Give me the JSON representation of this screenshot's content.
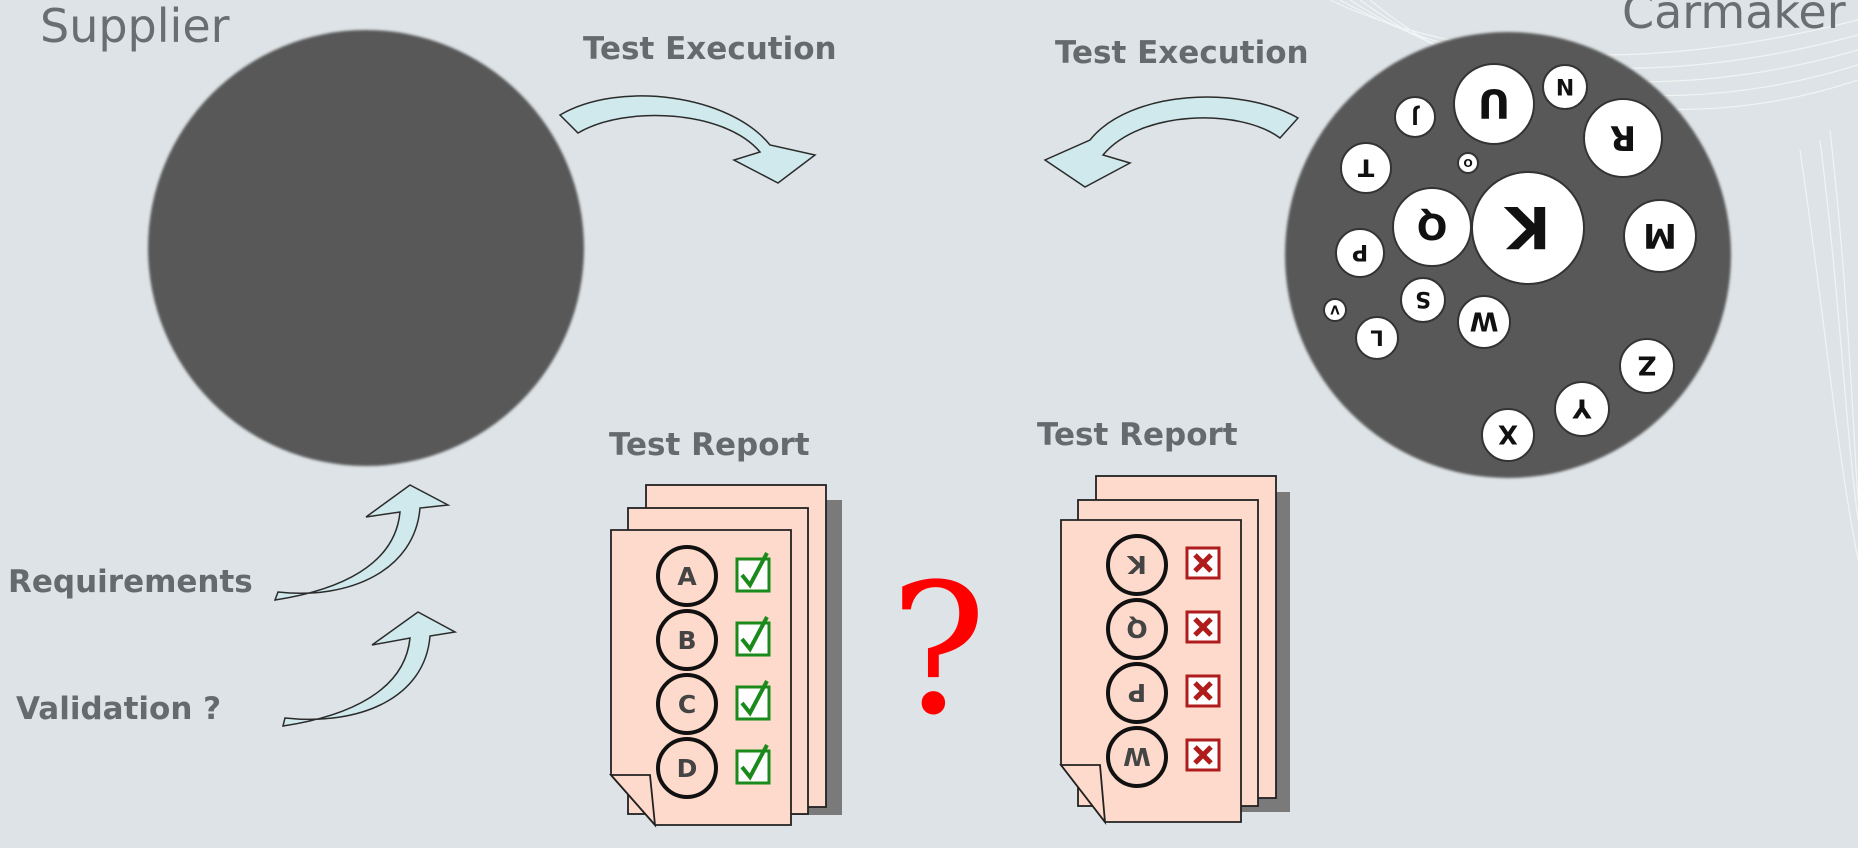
{
  "labels": {
    "supplier": "Supplier",
    "carmaker": "Carmaker",
    "test_execution_left": "Test Execution",
    "test_execution_right": "Test Execution",
    "test_report_left": "Test Report",
    "test_report_right": "Test Report",
    "requirements": "Requirements",
    "validation": "Validation ?",
    "question_mark": "?"
  },
  "report_left": {
    "items": [
      "A",
      "B",
      "C",
      "D"
    ],
    "status": "check"
  },
  "report_right": {
    "items": [
      "K",
      "Q",
      "P",
      "W"
    ],
    "status": "cross"
  },
  "carmaker_bubbles": [
    "K",
    "U",
    "N",
    "R",
    "M",
    "Q",
    "J",
    "T",
    "O",
    "P",
    "S",
    "W",
    "L",
    "V",
    "X",
    "Y",
    "Z"
  ],
  "colors": {
    "background": "#dde3e6",
    "circle": "#595959",
    "arrow_fill": "#cfe9ec",
    "page_fill": "#fddacb",
    "check": "#1a8a1a",
    "cross": "#b01c1c",
    "question": "#ff0000"
  }
}
